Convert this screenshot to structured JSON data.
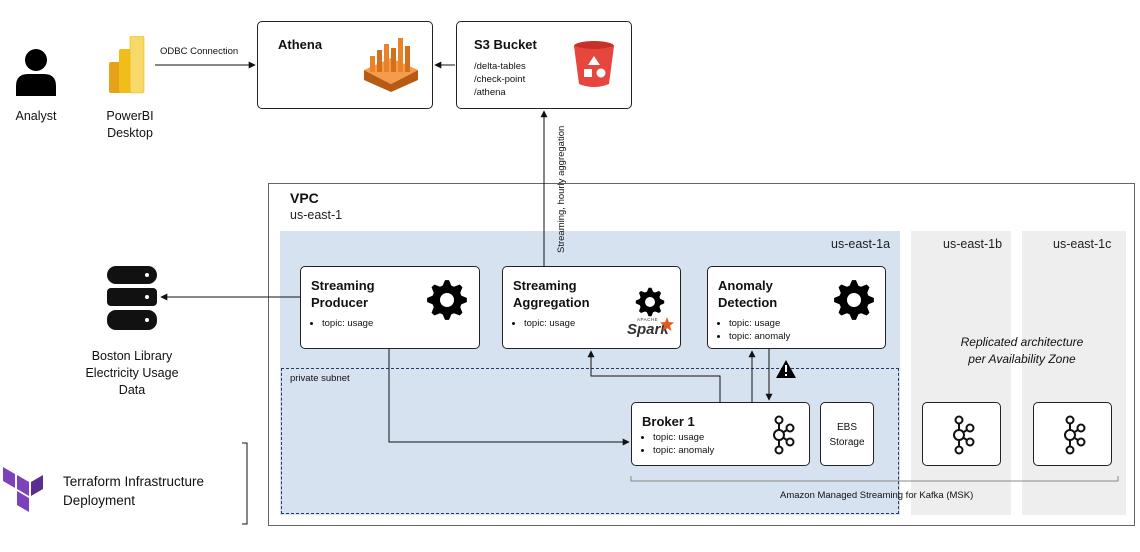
{
  "actors": {
    "analyst": "Analyst",
    "powerbi_line1": "PowerBI",
    "powerbi_line2": "Desktop",
    "odbc": "ODBC Connection"
  },
  "athena": {
    "title": "Athena"
  },
  "s3": {
    "title": "S3 Bucket",
    "paths": [
      "/delta-tables",
      "/check-point",
      "/athena"
    ]
  },
  "vpc": {
    "title": "VPC",
    "region": "us-east-1",
    "zones": [
      "us-east-1a",
      "us-east-1b",
      "us-east-1c"
    ],
    "private_subnet": "private subnet",
    "replicated_line1": "Replicated architecture",
    "replicated_line2": "per Availability Zone",
    "msk_label": "Amazon Managed Streaming for Kafka (MSK)"
  },
  "services": {
    "producer": {
      "line1": "Streaming",
      "line2": "Producer",
      "topics": [
        "topic: usage"
      ]
    },
    "aggregation": {
      "line1": "Streaming",
      "line2": "Aggregation",
      "topics": [
        "topic: usage"
      ],
      "spark_small": "APACHE",
      "spark": "Spark"
    },
    "anomaly": {
      "line1": "Anomaly",
      "line2": "Detection",
      "topics": [
        "topic: usage",
        "topic: anomaly"
      ]
    },
    "broker": {
      "title": "Broker 1",
      "topics": [
        "topic: usage",
        "topic: anomaly"
      ]
    },
    "ebs": {
      "line1": "EBS",
      "line2": "Storage"
    }
  },
  "edges": {
    "streaming": "Streaming, hourly aggregation"
  },
  "dataset": {
    "line1": "Boston Library",
    "line2": "Electricity Usage",
    "line3": "Data"
  },
  "terraform": {
    "line1": "Terraform Infrastructure",
    "line2": "Deployment"
  },
  "colors": {
    "zone_a": "#d7e2f1",
    "zone_other": "#eeeeee",
    "terraform": "#7b42bc",
    "s3_red": "#e7463f",
    "athena_orange": "#e8832a",
    "powerbi_yellow": "#f2c811"
  }
}
